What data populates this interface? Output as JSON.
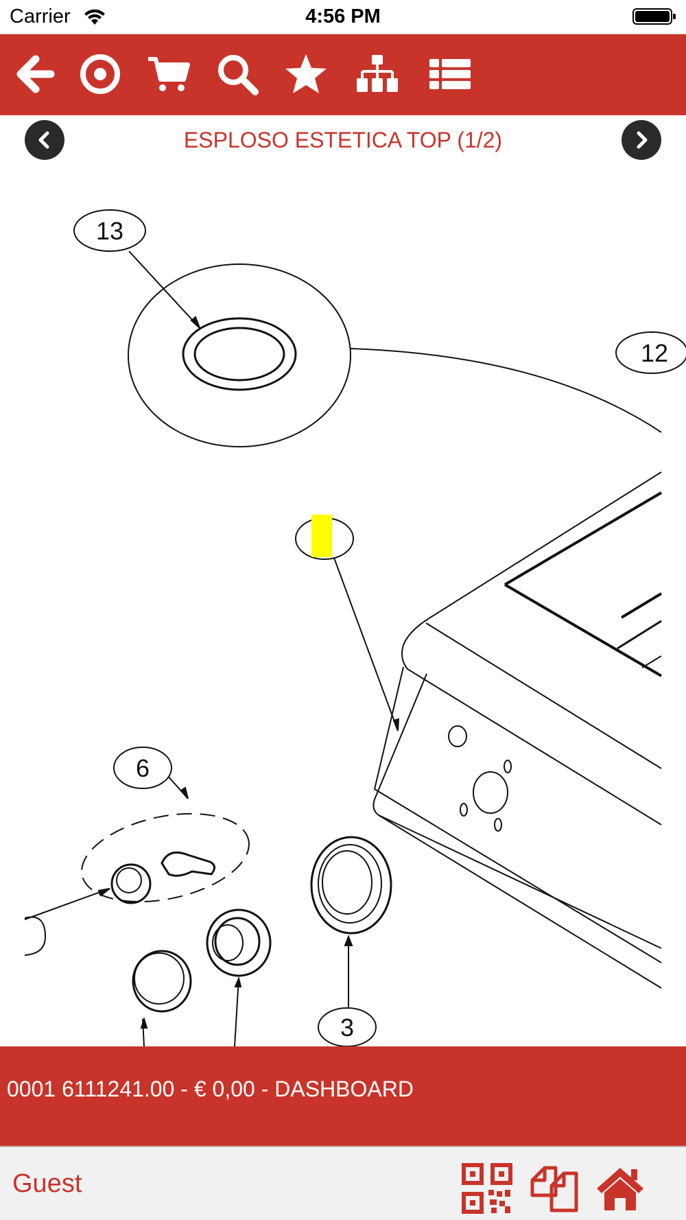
{
  "status_bar": {
    "carrier": "Carrier",
    "time": "4:56 PM"
  },
  "toolbar": {
    "icons": [
      "back-arrow-icon",
      "target-icon",
      "cart-icon",
      "search-icon",
      "star-icon",
      "sitemap-icon",
      "list-icon"
    ]
  },
  "title": {
    "text": "ESPLOSO ESTETICA TOP (1/2)"
  },
  "drawing": {
    "callouts": [
      "13",
      "12",
      "6",
      "3"
    ],
    "highlight_color": "#ffff00"
  },
  "info_bar": {
    "text": "0001 6111241.00 - € 0,00 - DASHBOARD"
  },
  "bottom_bar": {
    "user_label": "Guest",
    "icons": [
      "qr-code-icon",
      "copy-documents-icon",
      "home-icon"
    ]
  },
  "colors": {
    "accent": "#c8342a",
    "nav_arrow": "#2a2a2a",
    "bottom_bar_bg": "#f1f1f1"
  }
}
